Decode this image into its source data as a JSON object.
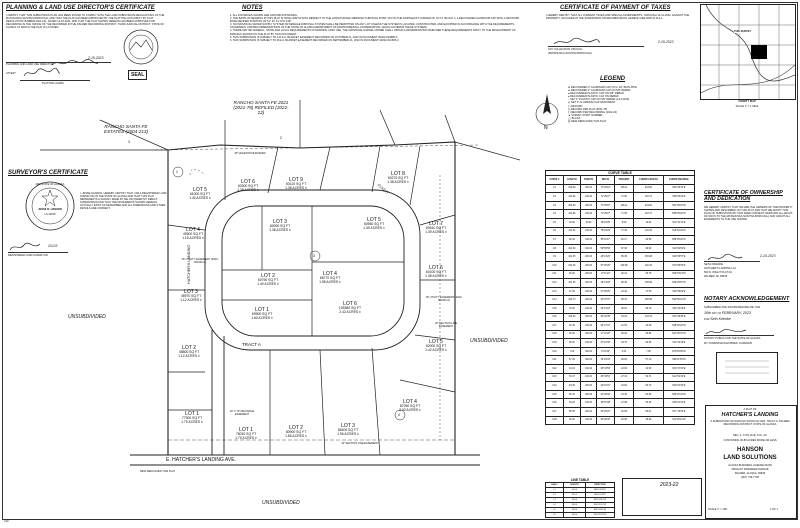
{
  "left": {
    "planning_title": "PLANNING & LAND USE DIRECTOR'S CERTIFICATE",
    "planning_text": "I CERTIFY THAT THIS SUBDIVISION PLAN HAS BEEN FOUND TO COMPLY WITH THE LAND SUBDIVISION REGULATIONS OF THE MATANUSKA-SUSITNA BOROUGH, AND THAT THE PLAT HAS BEEN APPROVED BY THE PLATTING AUTHORITY BY PLAT RESOLUTION NUMBER 2021-161, DATED 12-16-2021, AND THAT THE PLAT SHOWN HEREON HAS BEEN APPROVED FOR RECORDING IN THE OFFICE OF THE RECORDER IN THE PALMER RECORDING DISTRICT, THIRD JUDICIAL DISTRICT, STATE OF ALASKA, IN WHICH THE PLAT IS LOCATED.",
    "planning_date": "2-15-2023",
    "planning_sig_label": "PLANNING AND LAND USE DIRECTOR",
    "attest_label": "ATTEST:",
    "platting_clerk": "PLATTING CLERK",
    "seal": "SEAL",
    "surveyor_title": "SURVEYOR'S CERTIFICATE",
    "surveyor_text": "I, JESSE HANSON, HEREBY CERTIFY THAT I AM A REGISTERED LAND SURVEYOR IN THE STATE OF ALASKA AND THAT THIS PLAT REPRESENTS A SURVEY MADE BY ME OR UNDER MY DIRECT SUPERVISION AND THAT THE MONUMENTS SHOWN HEREON ACTUALLY EXIST AS DESCRIBED AND ALL DIMENSIONS AND OTHER DETAILS ARE CORRECT.",
    "surveyor_date": "2/1/23",
    "registered_label": "REGISTERED LAND SURVEYOR",
    "stamp_text": "49th STATE OF ALASKA",
    "stamp_name": "JESSE R. HANSON",
    "stamp_no": "LS-13016"
  },
  "notes": {
    "title": "NOTES",
    "items": [
      "1. ALL DISTANCES SHOWN ARE GROUND DISTANCES.",
      "2. THE BASIS OF BEARING IN THIS PLAT IS TRUE NORTH WITH RESPECT TO THE LONGITUDINAL MERIDIAN THROUGH POINT 101 ON THE NORTHEAST CORNER OF LOT 6, BLOCK 2. A RECOVERED ALUMINUM CAP WITH A NETWORK BASE DEFINED POSITION OF 61° 42' 14.72\"N 149°",
      "3. NO INDIVIDUAL WATER SUPPLY SYSTEM OR SEWAGE DISPOSAL SYSTEM SHALL BE PERMITTED ON ANY LOT UNLESS THE SYSTEM IS LOCATED, CONSTRUCTED, AND EQUIPPED IN ACCORDANCE WITH THE REQUIREMENTS, STANDARDS, AND RECOMMENDATIONS OF THE STATE OF ALASKA DEPARTMENT OF ENVIRONMENTAL CONSERVATION. WHICH GOVERNS THESE SYSTEMS.",
      "4. THERE MAY BE FEDERAL, STATE AND LOCAL REQUIREMENTS GOVERNING LAND USE, THE INDIVIDUAL PARCEL OWNER SHALL OBTAIN A DETERMINATION WHETHER THESE REQUIREMENTS APPLY TO THE DEVELOPMENT OF PARCELS SHOWN ON THE PLAT BY THIS DOCUMENT.",
      "5. THIS SUBDIVISION IS SUBJECT TO A.R.S.A. BLANKET EASEMENT RECORDED ON OCTOBER 21, 2022 IN DOCUMENT #2022-024885-0.",
      "6. THIS SUBDIVISION IS SUBJECT TO M.E.A. BLANKET EASEMENT RECORDED ON SEPTEMBER 21, 2022 IN DOCUMENT #2022-021835-0."
    ]
  },
  "taxes": {
    "title": "CERTIFICATE OF PAYMENT OF TAXES",
    "text": "I HEREBY CERTIFY THAT ALL CURRENT TAXES AND SPECIAL ASSESSMENTS, THROUGH 12-31-2022, AGAINST THE PROPERTY, INCLUDED IN THE SUBDIVISION OR RESUBDIVISION, HEREON ARE PAID IN FULL.",
    "date": "2-15-2023",
    "sig_label": "TAX COLLECTION OFFICIAL",
    "sig_sub": "(MATANUSKA-SUSITNA BOROUGH)"
  },
  "legend": {
    "title": "LEGEND",
    "items": [
      "RECOVERED 3\" ALUMINUM CAP ON 2 1/2\" IRON PIPE",
      "RECOVERED 2\" ALUMINUM CAP ON 5/8\" REBAR",
      "RECOVERED PLASTIC CAP ON 5/8\" REBAR",
      "RECOVERED PLASTIC CAP ON REBAR",
      "SET 2\" PLASTIC CAP ON 5/8\" REBAR (LS-13016)",
      "SET 3\" ALUMINUM CAP MONUMENT",
      "RECORD",
      "RECORD PER PLAT (2021-78)",
      "RECORD PER RECORDING (2022-22)",
      "SURVEY POINT NUMBER",
      "BLOCK",
      "NEW DEDICATED THIS PLAT"
    ]
  },
  "vicinity": {
    "this_survey": "THIS SURVEY",
    "caption": "VICINITY MAP",
    "scale": "SCALE 1\" = 1 MILE"
  },
  "plat": {
    "rancho_estates": "RANCHO SANTA FE ESTATES (2004-213)",
    "rancho_2021": "RANCHO SANTA FE 2021 (2021-78) REFILED (2022-22)",
    "unsub_left": "UNSUBDIVIDED",
    "unsub_right": "UNSUBDIVIDED",
    "unsub_bottom": "UNSUBDIVIDED",
    "road_name": "E. HATCHER'S LANDING AVE.",
    "road_hatcher": "HATCHER'S LANDING",
    "road_flight": "FLIGHT",
    "tract": "TRACT A",
    "new_dedication": "NEW DEDICATED THIS PLAT",
    "lots_outer": [
      {
        "name": "LOT 5",
        "area": "61000 SQ FT",
        "acres": "1.40 ACRES ±"
      },
      {
        "name": "LOT 6",
        "area": "60300 SQ FT",
        "acres": "1.38 ACRES ±"
      },
      {
        "name": "LOT 9",
        "area": "60120 SQ FT",
        "acres": "1.38 ACRES ±"
      },
      {
        "name": "LOT 8",
        "area": "60270 SQ FT",
        "acres": "1.38 ACRES ±"
      },
      {
        "name": "LOT 7",
        "area": "60510 SQ FT",
        "acres": "1.39 ACRES ±"
      },
      {
        "name": "LOT 4",
        "area": "49900 SQ FT",
        "acres": "1.15 ACRES ±"
      },
      {
        "name": "LOT 3",
        "area": "48970 SQ FT",
        "acres": "1.12 ACRES ±"
      },
      {
        "name": "LOT 2",
        "area": "48800 SQ FT",
        "acres": "1.12 ACRES ±"
      },
      {
        "name": "LOT 6",
        "area": "60100 SQ FT",
        "acres": "1.38 ACRES ±"
      },
      {
        "name": "LOT 5",
        "area": "62000 SQ FT",
        "acres": "1.42 ACRES ±"
      },
      {
        "name": "LOT 1",
        "area": "77900 SQ FT",
        "acres": "1.79 ACRES ±"
      },
      {
        "name": "LOT 1",
        "area": "78020 SQ FT",
        "acres": "1.79 ACRES ±"
      },
      {
        "name": "LOT 2",
        "area": "80900 SQ FT",
        "acres": "1.86 ACRES ±"
      },
      {
        "name": "LOT 3",
        "area": "85400 SQ FT",
        "acres": "1.96 ACRES ±"
      },
      {
        "name": "LOT 4",
        "area": "87050 SQ FT",
        "acres": "2.00 ACRES ±"
      }
    ],
    "lots_inner": [
      {
        "name": "LOT 3",
        "area": "60090 SQ FT",
        "acres": "1.38 ACRES ±"
      },
      {
        "name": "LOT 4",
        "area": "68770 SQ FT",
        "acres": "1.58 ACRES ±"
      },
      {
        "name": "LOT 5",
        "area": "60550 SQ FT",
        "acres": "1.39 ACRES ±"
      },
      {
        "name": "LOT 2",
        "area": "60790 SQ FT",
        "acres": "1.40 ACRES ±"
      },
      {
        "name": "LOT 1",
        "area": "69900 SQ FT",
        "acres": "1.60 ACRES ±"
      },
      {
        "name": "LOT 6",
        "area": "105380 SQ FT",
        "acres": "2.42 ACRES ±"
      }
    ],
    "blocks": [
      "1",
      "2",
      "3",
      "4",
      "3"
    ],
    "easements": [
      "25' VEGETATIVE BUFFER",
      "15' UTILITY EASEMENT (2023-002431-0)",
      "15' UTILITY EASEMENT (2023-002431-0)",
      "30' SECTION LINE EASEMENT",
      "33' SECTION LINE EASEMENT",
      "20' X 70' DRAINAGE EASEMENT"
    ]
  },
  "ownership": {
    "title": "CERTIFICATE OF OWNERSHIP AND DEDICATION",
    "text": "WE HEREBY CERTIFY THAT WE ARE THE OWNERS OF THE PROPERTY SHOWN AND DESCRIBED ON THIS PLAT AND THAT WE ADOPT THIS PLAN OF SUBDIVISION BY OUR FREE CONSENT, DEDICATE ALL RIGHT-OF-WAYS TO THE MATANUSKA-SUSITNA BOROUGH, AND GRANT ALL EASEMENTS TO THE USE SHOWN.",
    "date": "2-10-2023",
    "owner": "SETH KRIENKE",
    "company": "HATCHER'S LANDING LLC",
    "address": "500 N. WIGHT PLAT #A",
    "city": "PALMER, AK 99645"
  },
  "notary": {
    "title": "NOTARY ACKNOWLEDGEMENT",
    "text1": "SUBSCRIBED AND SWORN BEFORE ME THIS",
    "day": "10th",
    "text2": "DAY OF",
    "month": "FEBRUARY, 2023",
    "for_label": "FOR",
    "for_name": "Seth Krienke",
    "public_label": "NOTARY PUBLIC FOR THE STATE OF ALASKA",
    "commission": "MY COMMISSION EXPIRES: 10/29/2025"
  },
  "curve_table": {
    "title": "CURVE TABLE",
    "headers": [
      "CURVE #",
      "LENGTH",
      "RADIUS",
      "DELTA",
      "TANGENT",
      "CHORD LENGTH",
      "CHORD BEARING"
    ],
    "rows": [
      [
        "C1",
        "250.99",
        "200.00",
        "71°54'16\"",
        "145.11",
        "234.82",
        "N52°48'16\"E"
      ],
      [
        "C2",
        "124.66",
        "100.00",
        "71°25'27\"",
        "71.95",
        "116.72",
        "S58°36'42\"E"
      ],
      [
        "C3",
        "250.99",
        "200.00",
        "71°54'16\"",
        "145.11",
        "234.82",
        "S52°48'16\"W"
      ],
      [
        "C4",
        "124.66",
        "100.00",
        "71°25'27\"",
        "71.95",
        "116.72",
        "N58°36'42\"W"
      ],
      [
        "C5",
        "10.09",
        "30.00",
        "19°16'05\"",
        "5.09",
        "10.04",
        "N41°31'11\"E"
      ],
      [
        "C6",
        "131.61",
        "100.00",
        "75°24'29\"",
        "77.28",
        "122.29",
        "S19°52'19\"W"
      ],
      [
        "C7",
        "96.33",
        "100.00",
        "55°11'47\"",
        "52.27",
        "92.65",
        "S58°05'40\"W"
      ],
      [
        "C8",
        "104.63",
        "100.00",
        "59°56'59\"",
        "57.68",
        "99.93",
        "S24°02'52\"E"
      ],
      [
        "C9",
        "161.35",
        "200.00",
        "46°13'20\"",
        "85.38",
        "156.98",
        "N29°45'57\"E"
      ],
      [
        "C10",
        "200.46",
        "200.00",
        "57°25'26\"",
        "109.58",
        "192.18",
        "N79°35'06\"E"
      ],
      [
        "C11",
        "60.00",
        "200.00",
        "17°11'20\"",
        "30.23",
        "59.78",
        "S69°53'13\"W"
      ],
      [
        "C12",
        "161.35",
        "200.00",
        "46°13'20\"",
        "85.38",
        "156.98",
        "S29°45'57\"W"
      ],
      [
        "C13",
        "47.99",
        "100.00",
        "27°29'45\"",
        "24.46",
        "47.53",
        "S22°35'29\"E"
      ],
      [
        "C14",
        "162.73",
        "200.00",
        "46°37'07\"",
        "86.15",
        "158.28",
        "N22°50'21\"W"
      ],
      [
        "C15",
        "70.20",
        "100.00",
        "40°13'18\"",
        "36.62",
        "68.76",
        "S31°40'19\"E"
      ],
      [
        "C16",
        "106.03",
        "200.00",
        "30°22'35\"",
        "54.29",
        "104.79",
        "N31°28'38\"E"
      ],
      [
        "C17",
        "42.40",
        "100.00",
        "24°17'41\"",
        "21.52",
        "42.08",
        "S48°40'22\"W"
      ],
      [
        "C18",
        "60.06",
        "200.00",
        "17°12'20\"",
        "30.26",
        "59.84",
        "N11°05'37\"W"
      ],
      [
        "C19",
        "65.00",
        "100.00",
        "37°14'30\"",
        "33.70",
        "63.86",
        "S12°43'18\"E"
      ],
      [
        "C20",
        "7.08",
        "200.00",
        "2°01'43\"",
        "3.54",
        "7.08",
        "N79°52'46\"W"
      ],
      [
        "C21",
        "57.29",
        "200.00",
        "16°24'43\"",
        "28.84",
        "57.10",
        "S68°11'53\"W"
      ],
      [
        "C22",
        "44.91",
        "100.00",
        "25°43'56\"",
        "22.84",
        "44.53",
        "N54°17'34\"E"
      ],
      [
        "C23",
        "53.37",
        "100.00",
        "30°34'51\"",
        "27.34",
        "52.74",
        "N12°02'46\"E"
      ],
      [
        "C24",
        "84.36",
        "200.00",
        "24°10'01\"",
        "42.82",
        "83.74",
        "N36°01'20\"E"
      ],
      [
        "C25",
        "85.45",
        "200.00",
        "24°28'46\"",
        "43.38",
        "84.80",
        "S60°20'43\"W"
      ],
      [
        "C26",
        "54.02",
        "100.00",
        "30°57'08\"",
        "27.68",
        "53.36",
        "S35°21'10\"E"
      ],
      [
        "C27",
        "80.55",
        "200.00",
        "23°04'37\"",
        "40.83",
        "80.01",
        "N71°13'25\"E"
      ],
      [
        "C28",
        "40.20",
        "100.00",
        "23°02'00\"",
        "20.38",
        "39.93",
        "S11°39'14\"W"
      ]
    ]
  },
  "line_table": {
    "title": "LINE TABLE",
    "headers": [
      "LINE #",
      "LENGTH",
      "DIRECTION"
    ],
    "rows": [
      [
        "L1",
        "30.00",
        "N89°54'40\"E"
      ],
      [
        "L2",
        "35.01",
        "S00°07'08\"E"
      ],
      [
        "L3",
        "30.00",
        "S89°54'40\"W"
      ],
      [
        "L4",
        "30.00",
        "N00°05'20\"W"
      ],
      [
        "L5",
        "33.00",
        "S89°54'40\"W"
      ],
      [
        "L6",
        "33.00",
        "N00°05'20\"W"
      ]
    ]
  },
  "title_block": {
    "file_no": "2023-22",
    "plat_a": "A PLAT OF",
    "name": "HATCHER'S LANDING",
    "desc": "A SUBDIVISION OF RANCHO SANTA FE 2021, TRACT A, PALMER RECORDING DISTRICT, STATE OF ALASKA",
    "location": "SEC. 3, T17N, R1E, S.M., AK",
    "contains": "CONTAINING 30.86 ACRES MORE OR LESS",
    "firm": "HANSON",
    "firm2": "LAND SOLUTIONS",
    "firm_detail": "ALASKA BUSINESS LICENSE #1025",
    "firm_address": "305 EAST FIREWEED AVENUE",
    "firm_city": "PALMER, ALASKA, 99645",
    "phone": "(907) 746-7738",
    "scale": "SCALE 1\" = 100'",
    "sheet": "1 OF 1"
  },
  "footer_mark": "CLF"
}
